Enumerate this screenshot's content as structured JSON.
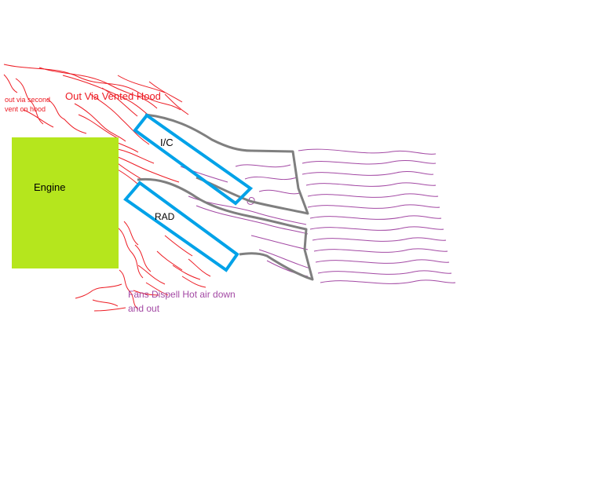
{
  "labels": {
    "engine": "Engine",
    "intercooler": "I/C",
    "radiator": "RAD",
    "vented_hood": "Out Via Vented Hood",
    "second_vent_line1": "out via second",
    "second_vent_line2": "vent on hood",
    "fans_line1": "Fans Dispell Hot air down",
    "fans_line2": "and out"
  },
  "colors": {
    "engine": "#b5e61d",
    "core_outline": "#00a2e8",
    "duct": "#7f7f7f",
    "hot_air": "#ed1c24",
    "cool_air": "#a349a4",
    "background": "#ffffff"
  }
}
